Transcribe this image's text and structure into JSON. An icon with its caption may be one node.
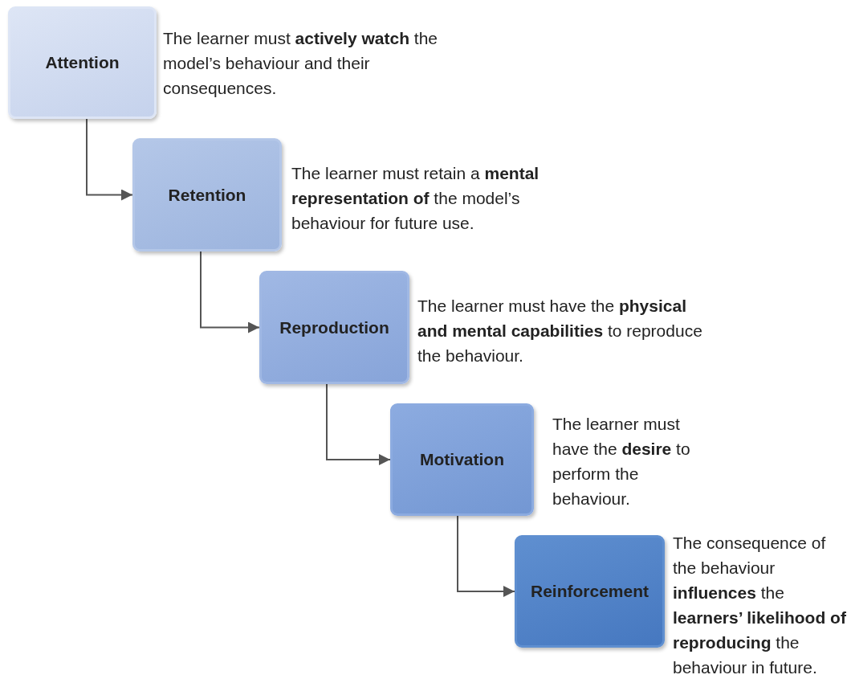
{
  "diagram": {
    "nodes": [
      {
        "text": [
          "Attention"
        ],
        "beside": [
          "The learner must **actively watch** the model’s behaviour and their consequences."
        ]
      },
      {
        "text": [
          "Retention"
        ],
        "beside": [
          "The learner must retain a **mental representation of** the model’s behaviour for future use."
        ]
      },
      {
        "text": [
          "Reproduction"
        ],
        "beside": [
          "The learner must have the **physical and mental capabilities** to reproduce the behaviour."
        ]
      },
      {
        "text": [
          "Motivation"
        ],
        "beside": [
          "The learner must have the **desire** to perform the behaviour."
        ]
      },
      {
        "text": [
          "Reinforcement"
        ],
        "beside": [
          "The consequence of the behaviour **influences** the **learners’ likelihood of reproducing** the behaviour in future."
        ]
      }
    ],
    "edges": [
      {
        "from": 0,
        "to": 1,
        "arrow": "to"
      },
      {
        "from": 1,
        "to": 2,
        "arrow": "to"
      },
      {
        "from": 2,
        "to": 3,
        "arrow": "to"
      },
      {
        "from": 3,
        "to": 4,
        "arrow": "to"
      }
    ]
  }
}
